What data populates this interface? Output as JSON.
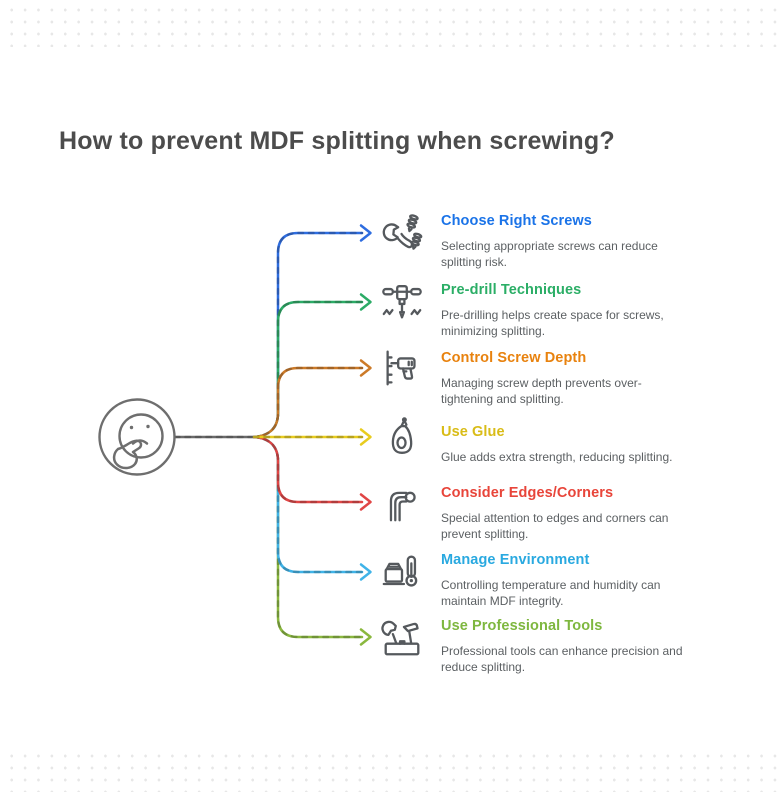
{
  "page": {
    "title": "How to prevent MDF splitting when screwing?"
  },
  "center": {
    "icon": "thinking-face-icon",
    "outline_color": "#6e6e6e"
  },
  "connector": {
    "stem_color": "#6a6a6a"
  },
  "items": [
    {
      "title": "Choose Right Screws",
      "description": "Selecting appropriate screws can reduce splitting risk.",
      "color": "#1a73e8",
      "line_color": "#2e6de0",
      "icon": "wrench-screws-icon"
    },
    {
      "title": "Pre-drill Techniques",
      "description": "Pre-drilling helps create space for screws, minimizing splitting.",
      "color": "#2bae66",
      "line_color": "#2bab66",
      "icon": "jackhammer-icon"
    },
    {
      "title": "Control Screw Depth",
      "description": "Managing screw depth prevents over-tightening and splitting.",
      "color": "#e8820e",
      "line_color": "#cc7a28",
      "icon": "drill-icon"
    },
    {
      "title": "Use Glue",
      "description": "Glue adds extra strength, reducing splitting.",
      "color": "#d9bc17",
      "line_color": "#e8cc1e",
      "icon": "glue-bottle-icon"
    },
    {
      "title": "Consider Edges/Corners",
      "description": "Special attention to edges and corners can prevent splitting.",
      "color": "#e8453a",
      "line_color": "#e04545",
      "icon": "hex-key-icon"
    },
    {
      "title": "Manage Environment",
      "description": "Controlling temperature and humidity can maintain MDF integrity.",
      "color": "#29a9e0",
      "line_color": "#3fb3e8",
      "icon": "thermometer-box-icon"
    },
    {
      "title": "Use Professional Tools",
      "description": "Professional tools can enhance precision and reduce splitting.",
      "color": "#7eb73f",
      "line_color": "#8ab83e",
      "icon": "toolbox-icon"
    }
  ]
}
